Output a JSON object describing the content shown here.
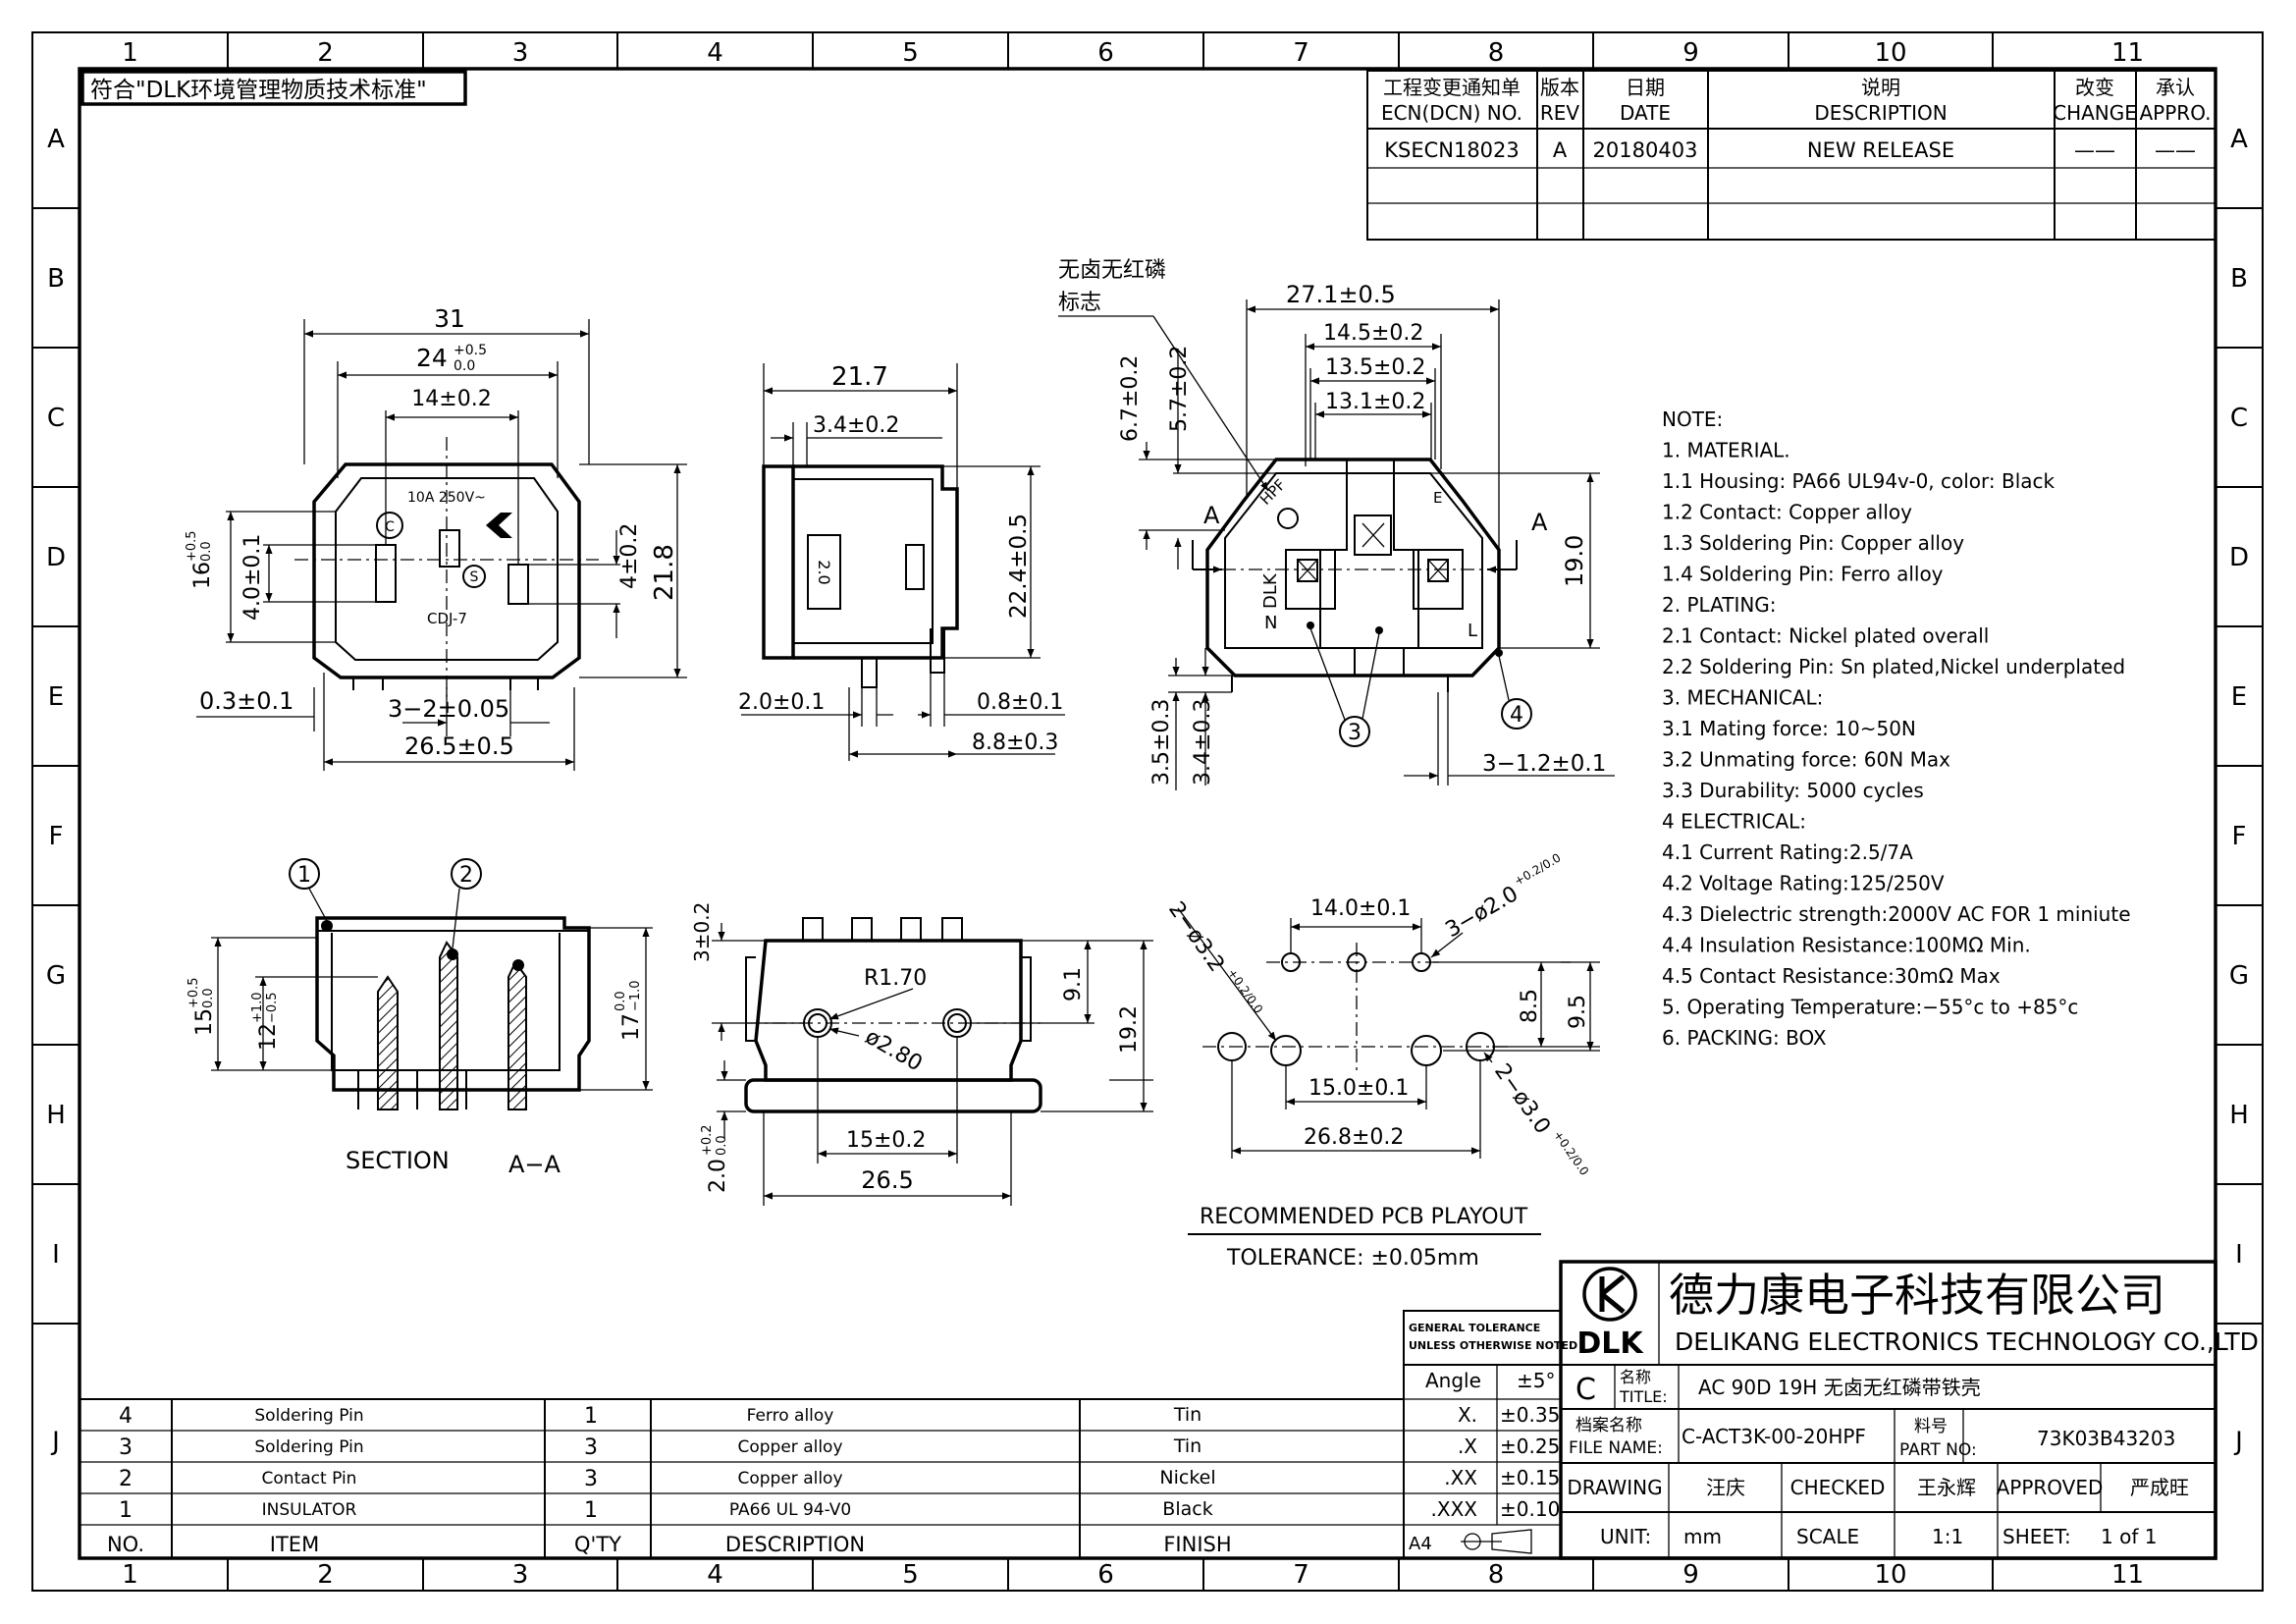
{
  "frame": {
    "col_labels": [
      "1",
      "2",
      "3",
      "4",
      "5",
      "6",
      "7",
      "8",
      "9",
      "10",
      "11"
    ],
    "row_labels": [
      "A",
      "B",
      "C",
      "D",
      "E",
      "F",
      "G",
      "H",
      "I",
      "J"
    ],
    "compliance_note": "符合\"DLK环境管理物质技术标准\""
  },
  "revision": {
    "headers": {
      "ecn": [
        "工程变更通知单",
        "ECN(DCN) NO."
      ],
      "rev": [
        "版本",
        "REV"
      ],
      "date": [
        "日期",
        "DATE"
      ],
      "desc": [
        "说明",
        "DESCRIPTION"
      ],
      "change": [
        "改变",
        "CHANGE"
      ],
      "appro": [
        "承认",
        "APPRO."
      ]
    },
    "row": {
      "ecn": "KSECN18023",
      "rev": "A",
      "date": "20180403",
      "desc": "NEW RELEASE",
      "change": "——",
      "appro": "——"
    }
  },
  "front_view": {
    "dims": {
      "w31": "31",
      "w24": "24",
      "w24_tol_up": "+0.5",
      "w24_tol_dn": "0.0",
      "w14": "14±0.2",
      "h16": "16",
      "h16_tol_up": "+0.5",
      "h16_tol_dn": "0.0",
      "h4": "4.0±0.1",
      "h4r": "4±0.2",
      "h218": "21.8",
      "t03": "0.3±0.1",
      "p3_2": "3−2±0.05",
      "w265": "26.5±0.5"
    },
    "marks": {
      "rating": "10A 250V~",
      "model": "CDJ-7",
      "s_mark": "S",
      "c_mark": "C"
    }
  },
  "side_view": {
    "dims": {
      "w217": "21.7",
      "w34": "3.4±0.2",
      "h224": "22.4±0.5",
      "t20": "2.0±0.1",
      "t08": "0.8±0.1",
      "t88": "8.8±0.3"
    },
    "label_20": "2.0"
  },
  "rear_view": {
    "note": [
      "无卤无红磷",
      "标志"
    ],
    "dims": {
      "w271": "27.1±0.5",
      "w145": "14.5±0.2",
      "w135": "13.5±0.2",
      "w131": "13.1±0.2",
      "h67": "6.7±0.2",
      "h57": "5.7±0.2",
      "h19": "19.0",
      "h35": "3.5±0.3",
      "h34": "3.4±0.3",
      "p3_12": "3−1.2±0.1"
    },
    "marks": {
      "section_a": "A",
      "hpf": "HPF",
      "dlk": "DLK",
      "n": "N",
      "l": "L",
      "e": "E"
    },
    "callouts": {
      "c3": "3",
      "c4": "4"
    }
  },
  "notes": [
    "NOTE:",
    "1. MATERIAL.",
    "1.1 Housing: PA66 UL94v-0, color: Black",
    "1.2 Contact: Copper alloy",
    "1.3 Soldering Pin: Copper alloy",
    "1.4 Soldering Pin:  Ferro alloy",
    "2. PLATING:",
    "2.1 Contact: Nickel plated overall",
    "2.2 Soldering Pin: Sn plated,Nickel underplated",
    "3.   MECHANICAL:",
    "3.1 Mating force: 10~50N",
    "3.2 Unmating force: 60N Max",
    "3.3 Durability: 5000 cycles",
    "4   ELECTRICAL:",
    "4.1 Current Rating:2.5/7A",
    "4.2 Voltage Rating:125/250V",
    "4.3 Dielectric strength:2000V AC FOR 1 miniute",
    "4.4 Insulation Resistance:100MΩ Min.",
    "4.5 Contact Resistance:30mΩ Max",
    "5. Operating Temperature:−55°c to +85°c",
    "6. PACKING: BOX"
  ],
  "section_view": {
    "label": "SECTION",
    "label_aa": "A−A",
    "callouts": {
      "c1": "1",
      "c2": "2"
    },
    "dims": {
      "h15": "15",
      "h15_tol_up": "+0.5",
      "h15_tol_dn": "0.0",
      "h12": "12",
      "h12_tol_up": "+1.0",
      "h12_tol_dn": "−0.5",
      "h17": "17",
      "h17_tol_up": "0.0",
      "h17_tol_dn": "−1.0"
    }
  },
  "bottom_view": {
    "dims": {
      "h3": "3±0.2",
      "r170": "R1.70",
      "d280": "ø2.80",
      "h91": "9.1",
      "h192": "19.2",
      "h20": "2.0",
      "h20_tol_up": "+0.2",
      "h20_tol_dn": "0.0",
      "w15": "15±0.2",
      "w265": "26.5"
    }
  },
  "pcb_layout": {
    "dims": {
      "w14": "14.0±0.1",
      "d20": "3−ø2.0",
      "d20_tol": "+0.2/0.0",
      "d32": "2−ø3.2",
      "d32_tol": "+0.2/0.0",
      "h85": "8.5",
      "h95": "9.5",
      "w15": "15.0±0.1",
      "w268": "26.8±0.2",
      "d30": "2−ø3.0",
      "d30_tol": "+0.2/0.0"
    },
    "title": "RECOMMENDED PCB PLAYOUT",
    "tolerance": "TOLERANCE: ±0.05mm"
  },
  "bom": {
    "headers": {
      "no": "NO.",
      "item": "ITEM",
      "qty": "Q'TY",
      "desc": "DESCRIPTION",
      "finish": "FINISH"
    },
    "rows": [
      {
        "no": "4",
        "item": "Soldering Pin",
        "qty": "1",
        "desc": "Ferro alloy",
        "finish": "Tin"
      },
      {
        "no": "3",
        "item": "Soldering Pin",
        "qty": "3",
        "desc": "Copper alloy",
        "finish": "Tin"
      },
      {
        "no": "2",
        "item": "Contact Pin",
        "qty": "3",
        "desc": "Copper alloy",
        "finish": "Nickel"
      },
      {
        "no": "1",
        "item": "INSULATOR",
        "qty": "1",
        "desc": "PA66 UL 94-V0",
        "finish": "Black"
      }
    ]
  },
  "tolerance_block": {
    "title": [
      "GENERAL TOLERANCE",
      "UNLESS OTHERWISE NOTED"
    ],
    "angle_label": "Angle",
    "angle_val": "±5°",
    "rows": [
      {
        "k": "X.",
        "v": "±0.35"
      },
      {
        "k": ".X",
        "v": "±0.25"
      },
      {
        "k": ".XX",
        "v": "±0.15"
      },
      {
        "k": ".XXX",
        "v": "±0.10"
      }
    ],
    "paper": "A4"
  },
  "title_block": {
    "company_cn": "德力康电子科技有限公司",
    "company_en": "DELIKANG ELECTRONICS TECHNOLOGY CO.,LTD",
    "logo_text": "DLK",
    "rev_letter": "C",
    "title_label": [
      "名称",
      "TITLE:"
    ],
    "title": "AC 90D 19H  无卤无红磷带铁壳",
    "file_label": [
      "档案名称",
      "FILE NAME:"
    ],
    "file_name": "C-ACT3K-00-20HPF",
    "part_label": [
      "料号",
      "PART NO:"
    ],
    "part_no": "73K03B43203",
    "drawing_label": "DRAWING",
    "drawing_by": "汪庆",
    "checked_label": "CHECKED",
    "checked_by": "王永辉",
    "approved_label": "APPROVED",
    "approved_by": "严成旺",
    "unit_label": "UNIT:",
    "unit": "mm",
    "scale_label": "SCALE",
    "scale": "1:1",
    "sheet_label": "SHEET:",
    "sheet": "1 of 1"
  }
}
